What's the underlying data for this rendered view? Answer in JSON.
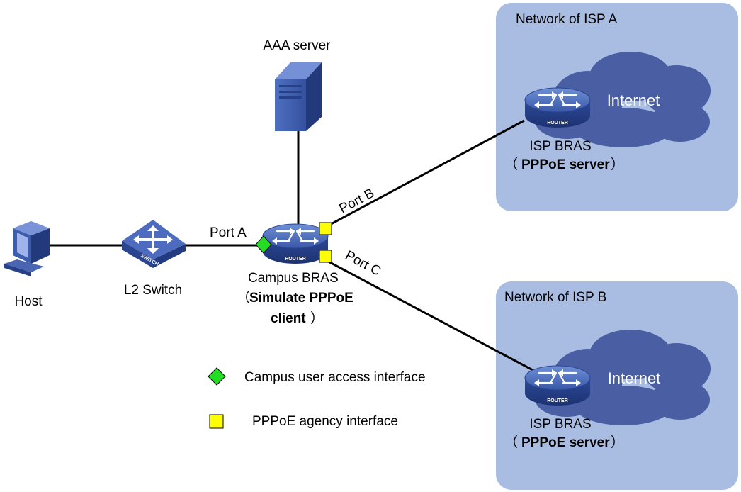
{
  "regions": {
    "isp_a": {
      "title": "Network of ISP A"
    },
    "isp_b": {
      "title": "Network of ISP B"
    }
  },
  "devices": {
    "aaa_server": {
      "label": "AAA server"
    },
    "host": {
      "label": "Host"
    },
    "l2_switch": {
      "label": "L2 Switch",
      "badge": "SWITCH"
    },
    "campus_bras": {
      "label": "Campus BRAS",
      "role_line1": "Simulate PPPoE",
      "role_line2": "client",
      "open_paren": "（",
      "close_paren": "）",
      "badge": "ROUTER"
    },
    "isp_a_bras": {
      "label": "ISP BRAS",
      "role": "PPPoE server",
      "open_paren": "（",
      "close_paren": "）",
      "badge": "ROUTER"
    },
    "isp_b_bras": {
      "label": "ISP BRAS",
      "role": "PPPoE server",
      "open_paren": "（",
      "close_paren": "）",
      "badge": "ROUTER"
    },
    "isp_a_cloud": {
      "label": "Internet"
    },
    "isp_b_cloud": {
      "label": "Internet"
    }
  },
  "ports": {
    "a": "Port A",
    "b": "Port B",
    "c": "Port C"
  },
  "legend": {
    "campus_access": "Campus user access interface",
    "pppoe_agency": "PPPoE agency interface"
  },
  "colors": {
    "region_fill": "#a9bde3",
    "cloud_fill": "#4a5fa3",
    "device_blue": "#3c5cad",
    "device_dark": "#223a80",
    "access_marker": "#22dd22",
    "agency_marker": "#ffff00",
    "link": "#000000"
  },
  "icons": {
    "router": "router-icon",
    "switch": "switch-icon",
    "server": "server-icon",
    "host": "computer-icon",
    "cloud": "cloud-icon"
  }
}
